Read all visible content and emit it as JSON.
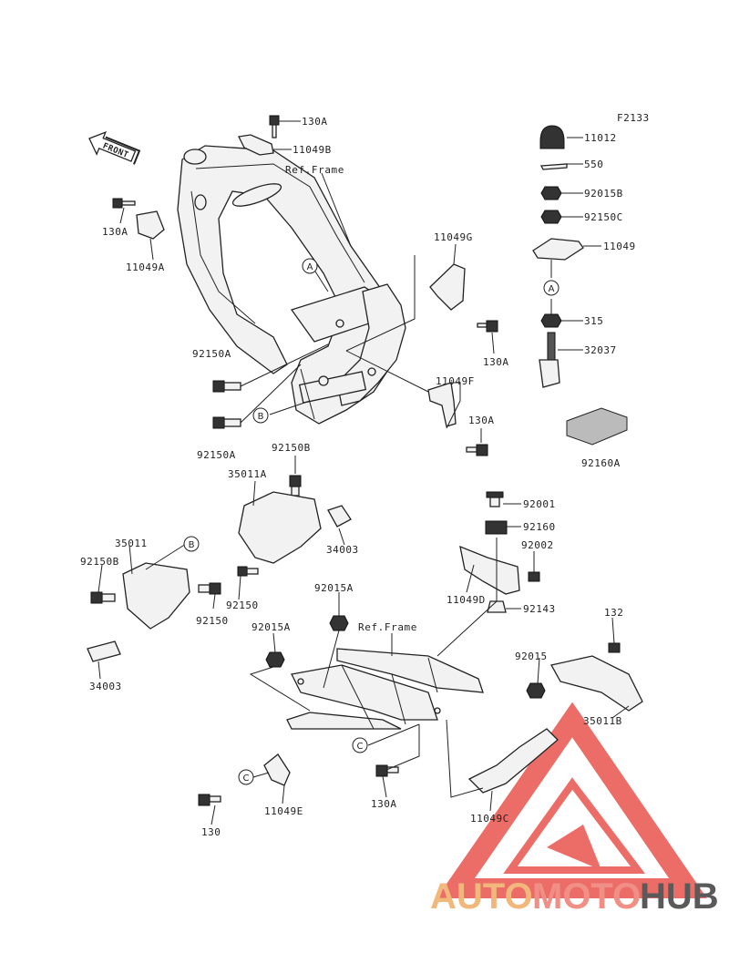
{
  "diagram": {
    "code": "F2133",
    "front_label": "FRONT",
    "ref_frame_top": "Ref.Frame",
    "ref_frame_sub": "Ref.Frame",
    "callout_letters": [
      "A",
      "B",
      "C"
    ],
    "parts": {
      "p130A_top": "130A",
      "p11049B": "11049B",
      "p130A_left": "130A",
      "p11049A": "11049A",
      "p11049G": "11049G",
      "p130A_right": "130A",
      "p92150A_a": "92150A",
      "p92150A_b": "92150A",
      "p11049F": "11049F",
      "p130A_mid": "130A",
      "p11012": "11012",
      "p550": "550",
      "p92015B": "92015B",
      "p92150C": "92150C",
      "p11049": "11049",
      "p315": "315",
      "p32037": "32037",
      "p92160A": "92160A",
      "p92150B": "92150B",
      "p35011A": "35011A",
      "p34003_a": "34003",
      "p92001": "92001",
      "p92160": "92160",
      "p92002": "92002",
      "p11049D": "11049D",
      "p92143": "92143",
      "p35011": "35011",
      "p92150B_left": "92150B",
      "p92150_a": "92150",
      "p92150_b": "92150",
      "p34003_b": "34003",
      "p92015A_a": "92015A",
      "p92015A_b": "92015A",
      "p132": "132",
      "p92015": "92015",
      "p35011B": "35011B",
      "p130A_bot": "130A",
      "p11049E": "11049E",
      "p130": "130",
      "p11049C": "11049C"
    }
  },
  "watermark": {
    "part1": "AUTO",
    "part2": "MOTO",
    "part3": "HUB",
    "color1": "#f2b77a",
    "color2": "#ef8f86",
    "color3": "#5a5a5a",
    "triangle_color": "#e9544d"
  }
}
